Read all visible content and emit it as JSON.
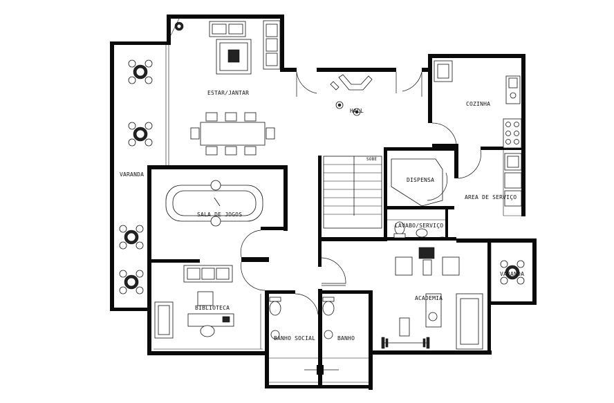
{
  "rooms": {
    "estar_jantar": "ESTAR/JANTAR",
    "hall": "HALL",
    "cozinha": "COZINHA",
    "varanda_left": "VARANDA",
    "sobe": "SOBE",
    "dispensa": "DISPENSA",
    "area_servico": "AREA DE SERVIÇO",
    "sala_jogos": "SALA DE JOGOS",
    "lavabo": "LAVABO/SERVIÇO",
    "varanda_right": "VARANDA",
    "academia": "ACADEMIA",
    "biblioteca": "BIBLIOTECA",
    "banho_social": "BANHO SOCIAL",
    "banho": "BANHO"
  },
  "colors": {
    "wall": "#0a0a0a",
    "line": "#111111",
    "background": "#ffffff"
  }
}
